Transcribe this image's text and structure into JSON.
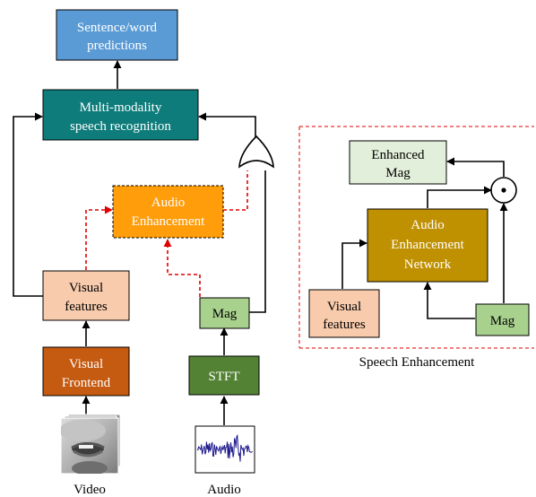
{
  "left": {
    "predictions": {
      "line1": "Sentence/word",
      "line2": "predictions",
      "fill": "#5b9bd5",
      "text_color": "#ffffff"
    },
    "recognition": {
      "line1": "Multi-modality",
      "line2": "speech recognition",
      "fill": "#0e7c7b",
      "text_color": "#ffffff"
    },
    "enhancement": {
      "line1": "Audio",
      "line2": "Enhancement",
      "fill": "#ff9d0a",
      "text_color": "#ffffff"
    },
    "visual_features": {
      "line1": "Visual",
      "line2": "features",
      "fill": "#f8cbad",
      "text_color": "#000000"
    },
    "visual_frontend": {
      "line1": "Visual",
      "line2": "Frontend",
      "fill": "#c55a11",
      "text_color": "#ffffff"
    },
    "mag": {
      "label": "Mag",
      "fill": "#a9d18e",
      "text_color": "#000000"
    },
    "stft": {
      "label": "STFT",
      "fill": "#548235",
      "text_color": "#ffffff"
    },
    "video_label": "Video",
    "audio_label": "Audio"
  },
  "right": {
    "enhanced_mag": {
      "line1": "Enhanced",
      "line2": "Mag",
      "fill": "#e2efda",
      "text_color": "#000000"
    },
    "network": {
      "line1": "Audio",
      "line2": "Enhancement",
      "line3": "Network",
      "fill": "#bf9000",
      "text_color": "#ffffff"
    },
    "visual_features": {
      "line1": "Visual",
      "line2": "features",
      "fill": "#f8cbad",
      "text_color": "#000000"
    },
    "mag": {
      "label": "Mag",
      "fill": "#a9d18e",
      "text_color": "#000000"
    },
    "caption": "Speech Enhancement"
  },
  "colors": {
    "dashed": "#e00000",
    "stroke": "#000000",
    "waveform": "#1f1a8c"
  },
  "icons": {
    "or_gate": "or-gate-icon",
    "multiply": "elementwise-product-icon",
    "video": "face-frames-icon",
    "audio": "waveform-icon"
  }
}
